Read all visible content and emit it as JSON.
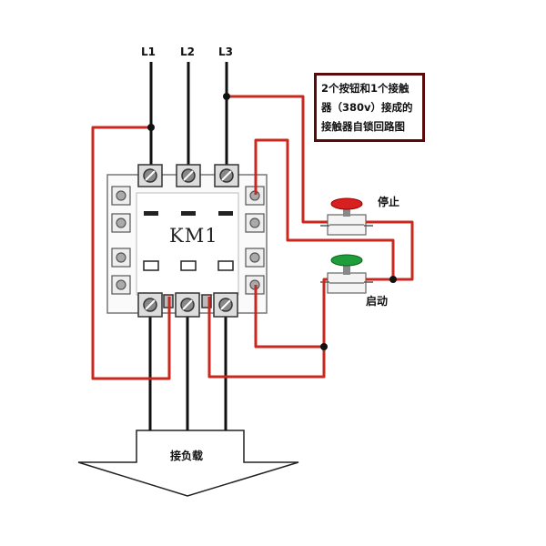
{
  "phases": [
    "L1",
    "L2",
    "L3"
  ],
  "caption": {
    "lines": [
      "2个按钮和1个接触",
      "器（380v）接成的",
      "接触器自锁回路图"
    ]
  },
  "stop_button": {
    "label": "停止",
    "color": "#d82020"
  },
  "start_button": {
    "label": "启动",
    "color": "#1e9e3a"
  },
  "contactor": {
    "label": "KM1"
  },
  "load": {
    "label": "接负载"
  },
  "colors": {
    "control_wire": "#c8281e",
    "power_wire": "#111111",
    "caption_border": "#5a0a0a"
  }
}
